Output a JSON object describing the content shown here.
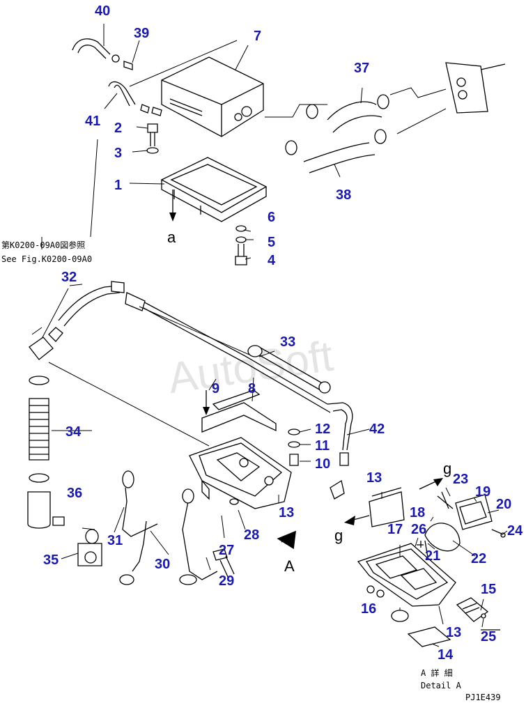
{
  "watermark": "AutoSoft",
  "callouts": [
    "40",
    "39",
    "7",
    "41",
    "2",
    "3",
    "1",
    "37",
    "38",
    "6",
    "5",
    "4",
    "32",
    "33",
    "9",
    "8",
    "34",
    "12",
    "11",
    "10",
    "42",
    "36",
    "31",
    "35",
    "30",
    "27",
    "28",
    "29",
    "13",
    "A",
    "g",
    "13",
    "23",
    "19",
    "20",
    "18",
    "26",
    "17",
    "24",
    "21",
    "22",
    "16",
    "13",
    "15",
    "25",
    "14"
  ],
  "refs": {
    "a": "a",
    "see_fig_jp": "第K0200-09A0図参照",
    "see_fig_en": "See Fig.K0200-09A0",
    "detail_jp": "A 詳 細",
    "detail_en": "Detail A",
    "drawing_code": "PJ1E439"
  }
}
